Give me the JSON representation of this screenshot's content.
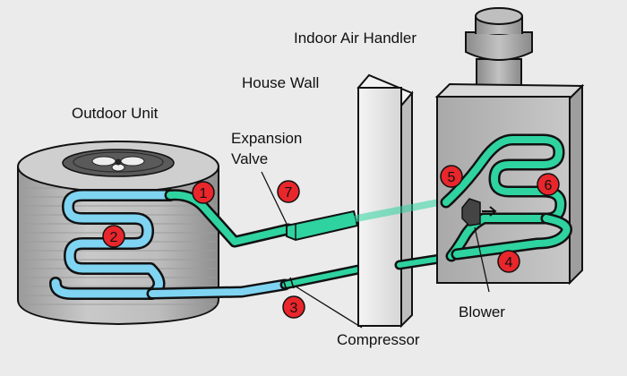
{
  "labels": {
    "indoor_air_handler": "Indoor Air Handler",
    "house_wall": "House Wall",
    "outdoor_unit": "Outdoor Unit",
    "expansion_valve_line1": "Expansion",
    "expansion_valve_line2": "Valve",
    "blower": "Blower",
    "compressor": "Compressor"
  },
  "markers": [
    "1",
    "2",
    "3",
    "4",
    "5",
    "6",
    "7"
  ],
  "colors": {
    "background": "#ebebeb",
    "refrigerant_line": "#2ed3a0",
    "outdoor_coil": "#7fd4f2",
    "marker": "#e8262b",
    "unit_gray": "#bdbdbd",
    "outline": "#111111"
  }
}
